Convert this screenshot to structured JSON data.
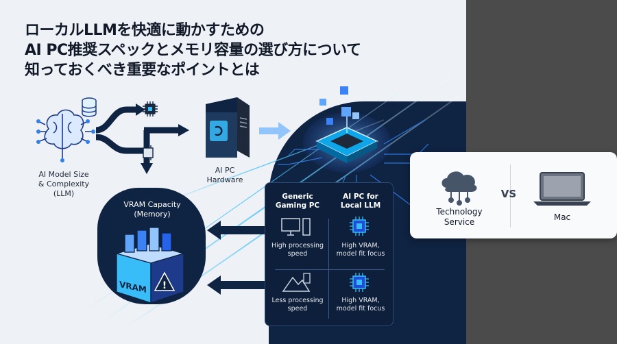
{
  "title_lines": [
    "ローカルLLMを快適に動かすための",
    "AI PC推奨スペックとメモリ容量の選び方について",
    "知っておくべき重要なポイントとは"
  ],
  "nodes": {
    "ai_model": [
      "AI Model Size",
      "& Complexity",
      "(LLM)"
    ],
    "ai_pc": [
      "AI PC",
      "Hardware"
    ],
    "vram_capacity": [
      "VRAM Capacity",
      "(Memory)"
    ],
    "vram_box_label": "VRAM"
  },
  "comparison": {
    "col1_head": [
      "Generic",
      "Gaming PC"
    ],
    "col2_head": [
      "AI PC for",
      "Local LLM"
    ],
    "row1_col1": [
      "High processing",
      "speed"
    ],
    "row1_col2": [
      "High VRAM,",
      "model fit focus"
    ],
    "row2_col1": [
      "Less processing",
      "speed"
    ],
    "row2_col2": [
      "High VRAM,",
      "model fit focus"
    ]
  },
  "card": {
    "left_label": [
      "Technology",
      "Service"
    ],
    "vs": "VS",
    "right_label": "Mac"
  },
  "colors": {
    "accent": "#2f80ed",
    "dark_navy": "#0f2342",
    "glow": "#38bdf8",
    "background": "#eef2f6",
    "side": "#4b4b4b"
  }
}
